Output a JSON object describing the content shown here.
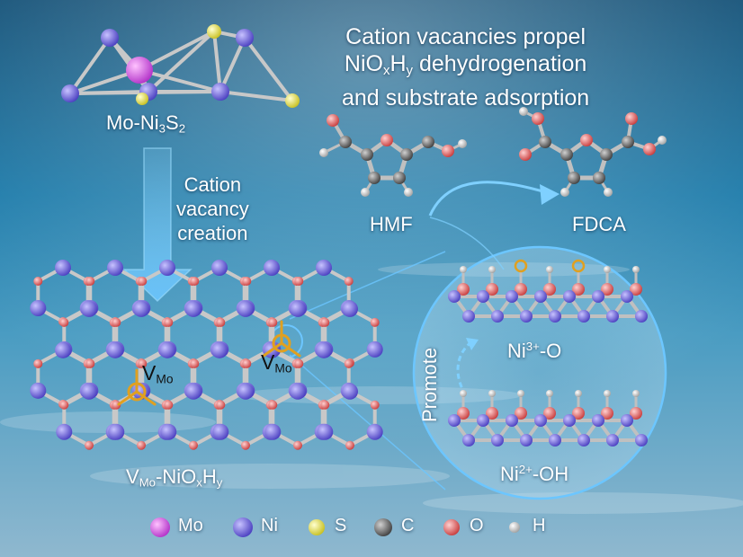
{
  "title": {
    "line1": "Cation vacancies propel",
    "line2_a": "NiO",
    "line2_x": "x",
    "line2_b": "H",
    "line2_y": "y",
    "line2_c": " dehydrogenation",
    "line3": "and substrate adsorption"
  },
  "mo_ni3s2": {
    "a": "Mo-Ni",
    "sub3": "3",
    "b": "S",
    "sub2": "2"
  },
  "arrow_label": {
    "line1": "Cation",
    "line2": "vacancy",
    "line3": "creation"
  },
  "hmf": "HMF",
  "fdca": "FDCA",
  "vmo": {
    "v": "V",
    "sub": "Mo"
  },
  "product": {
    "v": "V",
    "vsub": "Mo",
    "mid": "-NiO",
    "x": "x",
    "h": "H",
    "y": "y"
  },
  "ni3": {
    "a": "Ni",
    "sup": "3+",
    "b": "-O"
  },
  "ni2": {
    "a": "Ni",
    "sup": "2+",
    "b": "-OH"
  },
  "promote": "Promote",
  "legend": [
    {
      "label": "Mo",
      "color": "#d55ee0"
    },
    {
      "label": "Ni",
      "color": "#6b5fe0"
    },
    {
      "label": "S",
      "color": "#e8e060"
    },
    {
      "label": "C",
      "color": "#707070"
    },
    {
      "label": "O",
      "color": "#e07070"
    },
    {
      "label": "H",
      "color": "#e6e6e6"
    }
  ],
  "colors": {
    "ni": "#6b5fe0",
    "mo": "#d55ee0",
    "s": "#e8e060",
    "c": "#707070",
    "o": "#e07070",
    "h": "#e6e6e6",
    "vacancy": "#e0a020"
  }
}
